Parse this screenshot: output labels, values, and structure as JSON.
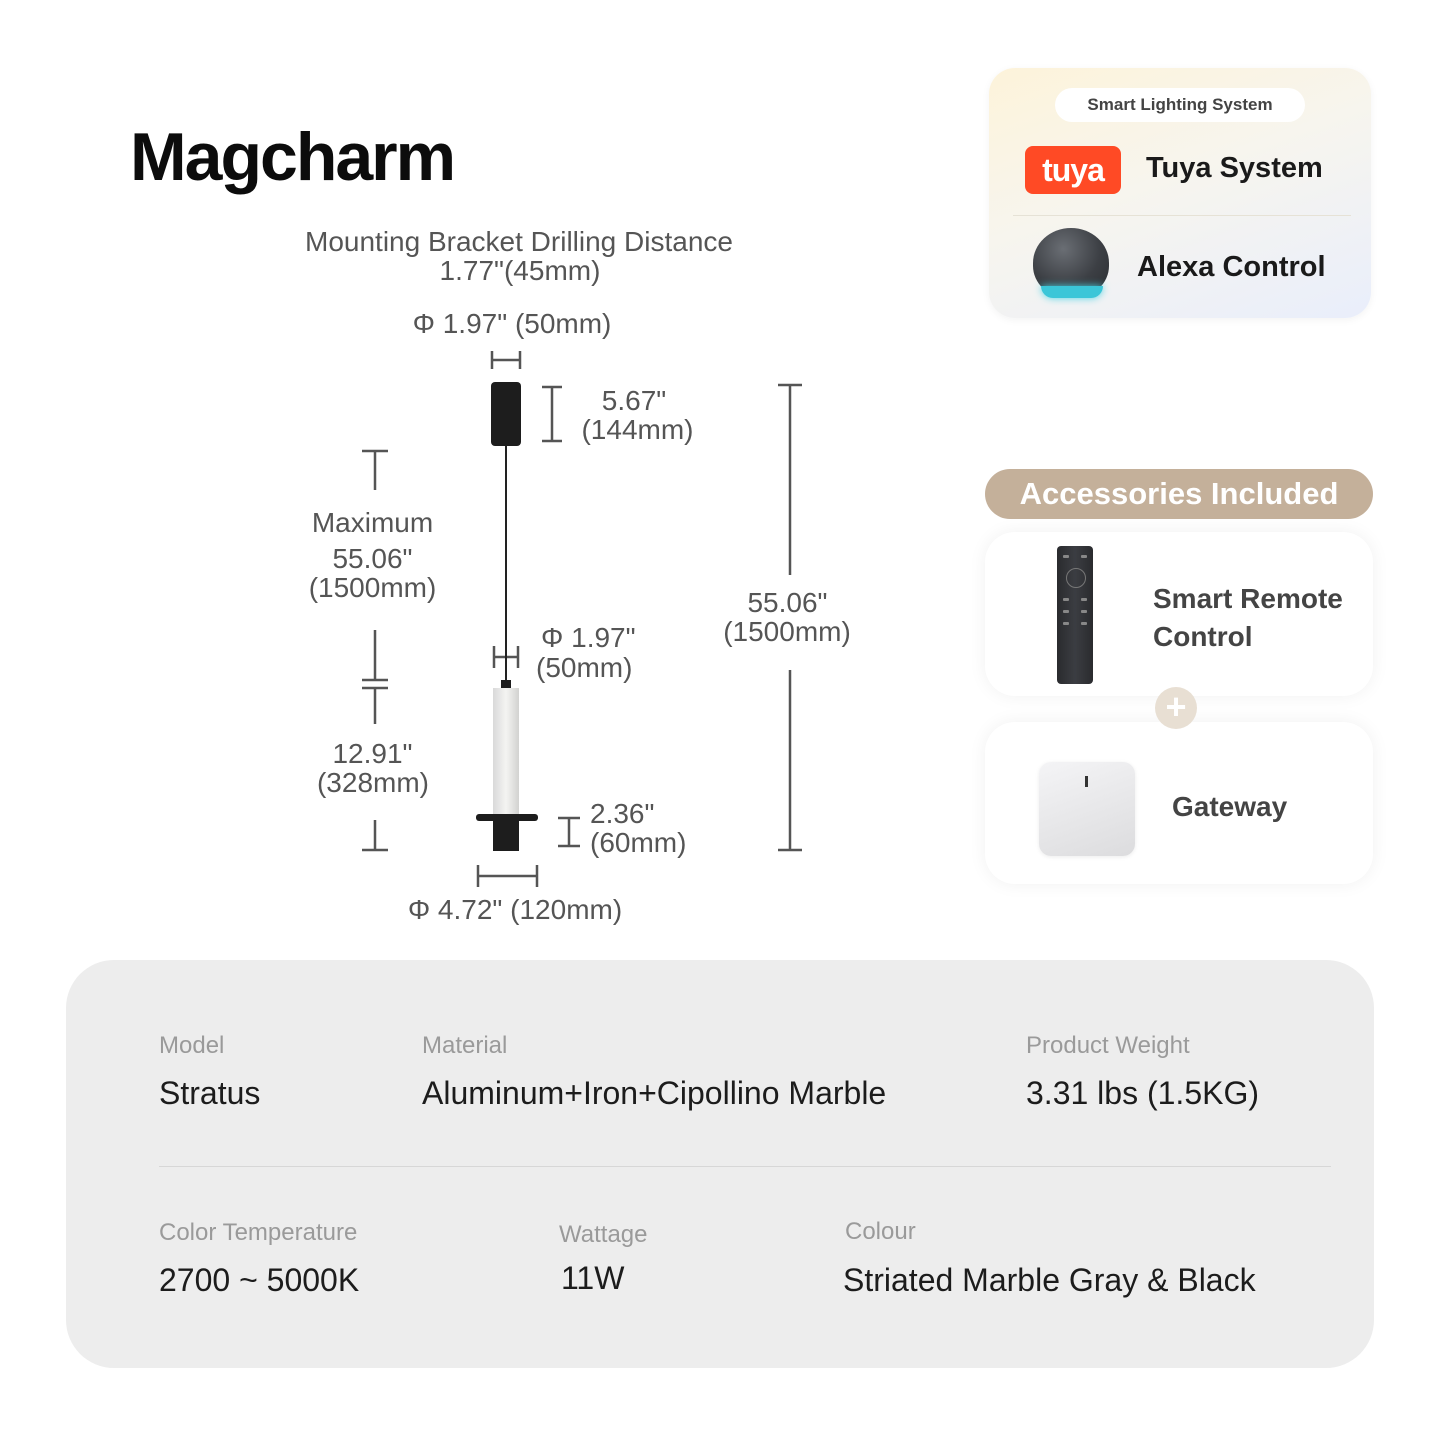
{
  "brand": "Magcharm",
  "diagram": {
    "bracket_title": "Mounting Bracket Drilling Distance",
    "bracket_value": "1.77\"(45mm)",
    "canopy_diameter": "Φ 1.97\" (50mm)",
    "canopy_height_in": "5.67\"",
    "canopy_height_mm": "(144mm)",
    "max_label": "Maximum",
    "max_in": "55.06\"",
    "max_mm": "(1500mm)",
    "shade_diameter_in": "Φ 1.97\"",
    "shade_diameter_mm": "(50mm)",
    "total_in": "55.06\"",
    "total_mm": "(1500mm)",
    "shade_height_in": "12.91\"",
    "shade_height_mm": "(328mm)",
    "base_height_in": "2.36\"",
    "base_height_mm": "(60mm)",
    "base_diameter": "Φ 4.72\" (120mm)"
  },
  "smart": {
    "pill": "Smart Lighting System",
    "tuya_logo": "tuya",
    "tuya": "Tuya System",
    "alexa": "Alexa Control"
  },
  "accessories": {
    "title": "Accessories Included",
    "remote_line1": "Smart Remote",
    "remote_line2": "Control",
    "plus": "+",
    "gateway": "Gateway"
  },
  "specs": {
    "model_label": "Model",
    "model": "Stratus",
    "material_label": "Material",
    "material": "Aluminum+Iron+Cipollino Marble",
    "weight_label": "Product Weight",
    "weight": "3.31 lbs (1.5KG)",
    "temp_label": "Color Temperature",
    "temp": "2700 ~ 5000K",
    "wattage_label": "Wattage",
    "wattage": "11W",
    "colour_label": "Colour",
    "colour": "Striated Marble Gray & Black"
  }
}
